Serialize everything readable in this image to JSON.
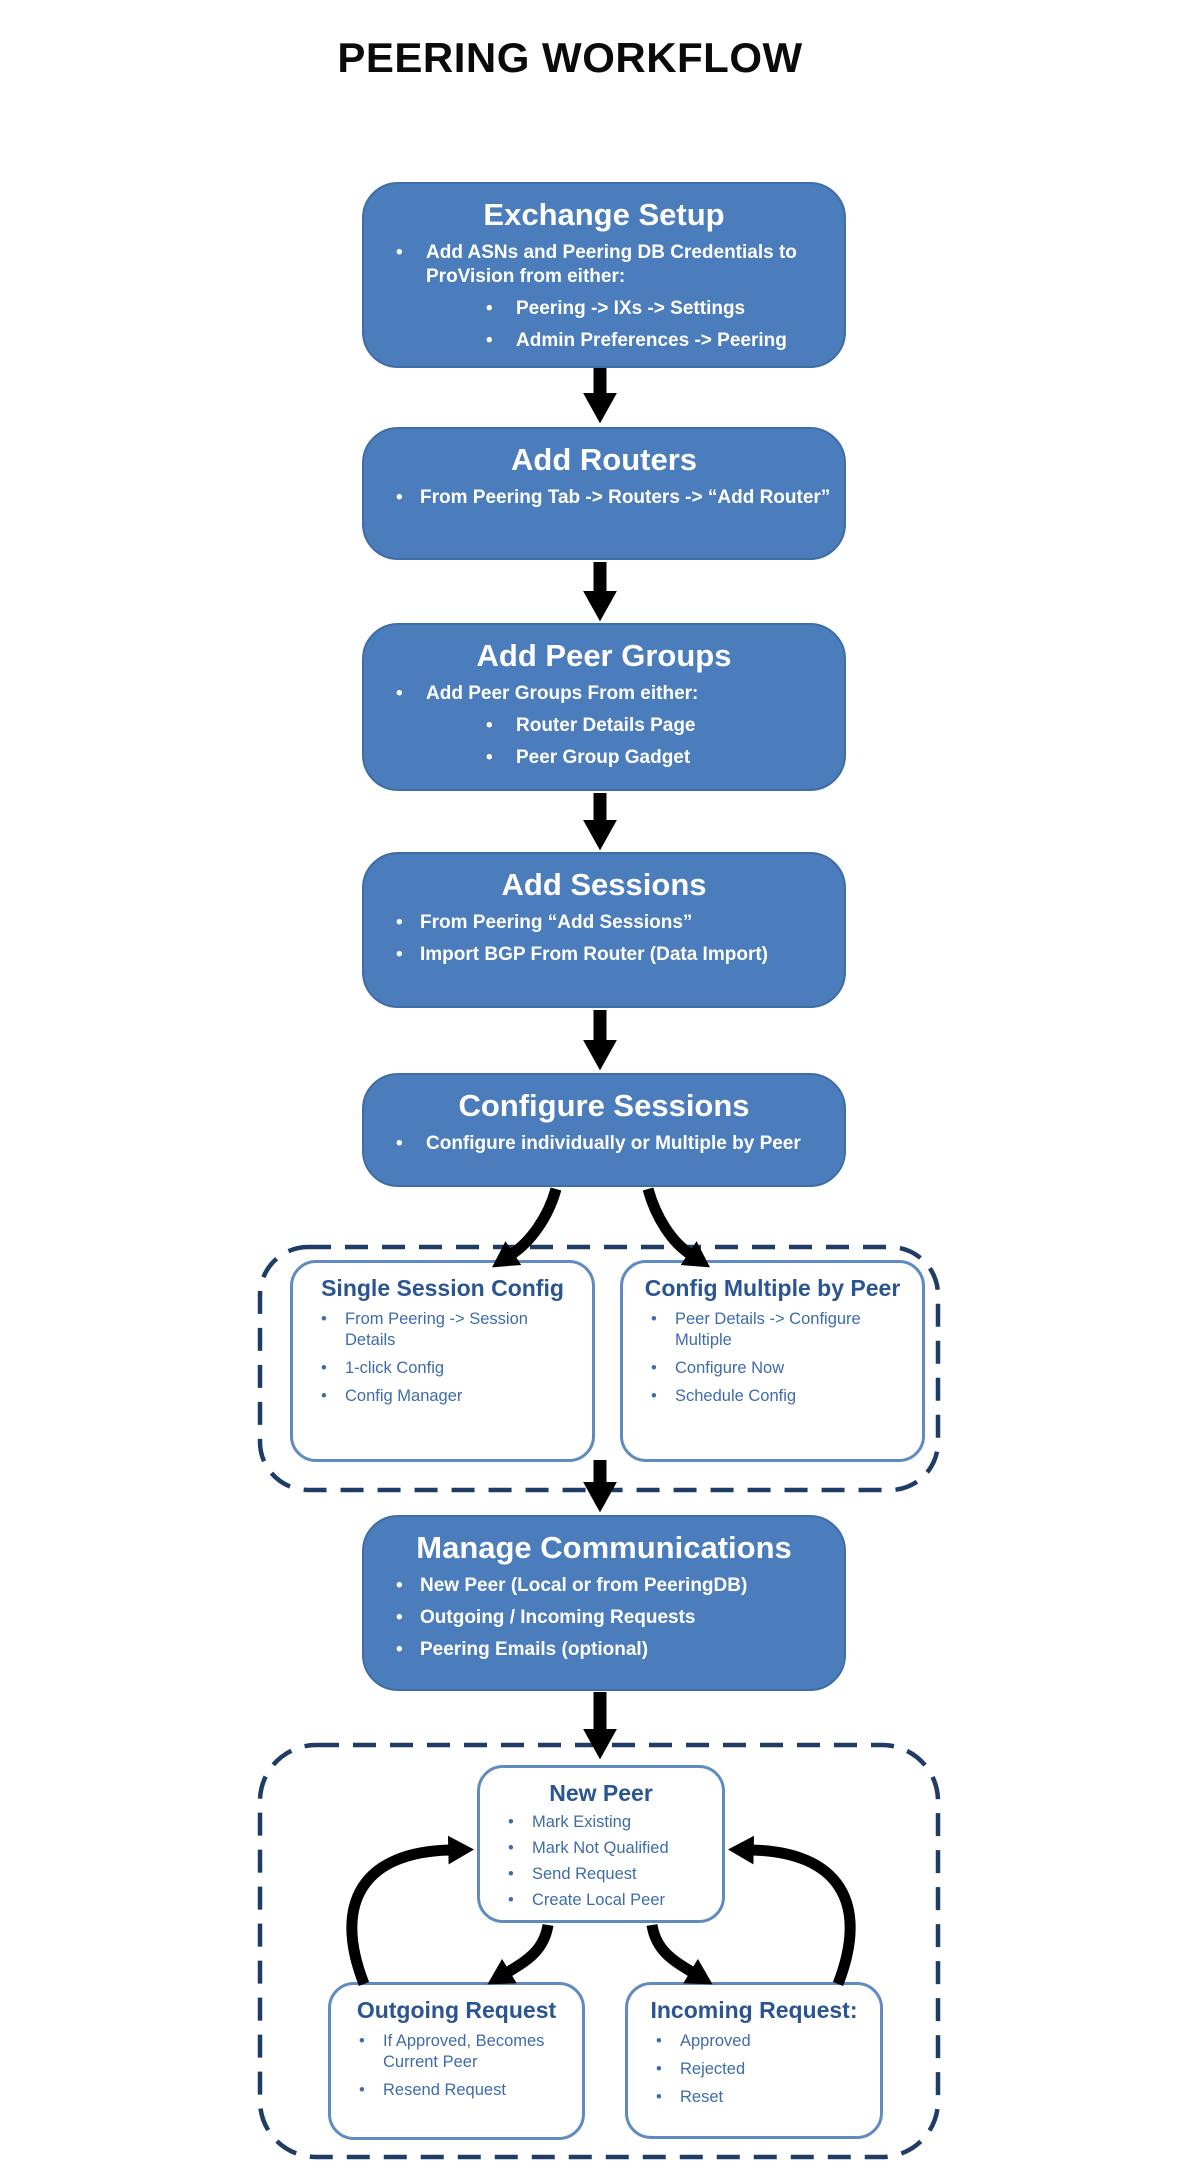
{
  "title": "PEERING WORKFLOW",
  "colors": {
    "box_fill": "#4b7cbb",
    "box_border": "#3f6da6",
    "box_text": "#ffffff",
    "dashed_border": "#1f3c66",
    "subbox_border": "#5f8bc0",
    "subbox_title": "#2a5590",
    "subbox_text": "#3e6cab",
    "arrow": "#000000",
    "title_text": "#0b0b0b"
  },
  "boxes": {
    "exchange_setup": {
      "title": "Exchange Setup",
      "bullet1": "Add ASNs and Peering DB Credentials to ProVision from either:",
      "sub1": "Peering -> IXs -> Settings",
      "sub2": "Admin Preferences -> Peering"
    },
    "add_routers": {
      "title": "Add Routers",
      "bullet1": "From Peering Tab -> Routers -> “Add Router”"
    },
    "add_peer_groups": {
      "title": "Add Peer Groups",
      "bullet1": "Add Peer Groups From either:",
      "sub1": "Router Details Page",
      "sub2": "Peer Group Gadget"
    },
    "add_sessions": {
      "title": "Add Sessions",
      "bullet1": "From  Peering “Add Sessions”",
      "bullet2": "Import BGP From Router (Data Import)"
    },
    "configure_sessions": {
      "title": "Configure Sessions",
      "bullet1": "Configure individually or Multiple by Peer"
    },
    "single_session_config": {
      "title": "Single Session Config",
      "bullet1": "From Peering -> Session Details",
      "bullet2": "1-click Config",
      "bullet3": "Config Manager"
    },
    "config_multiple_by_peer": {
      "title": "Config Multiple by Peer",
      "bullet1": "Peer Details -> Configure Multiple",
      "bullet2": "Configure Now",
      "bullet3": "Schedule Config"
    },
    "manage_communications": {
      "title": "Manage Communications",
      "bullet1": "New Peer (Local or from PeeringDB)",
      "bullet2": "Outgoing / Incoming Requests",
      "bullet3": "Peering Emails (optional)"
    },
    "new_peer": {
      "title": "New Peer",
      "bullet1": "Mark Existing",
      "bullet2": "Mark Not Qualified",
      "bullet3": "Send Request",
      "bullet4": "Create Local Peer"
    },
    "outgoing_request": {
      "title": "Outgoing Request",
      "bullet1": "If Approved, Becomes Current Peer",
      "bullet2": "Resend Request"
    },
    "incoming_request": {
      "title": "Incoming Request:",
      "bullet1": "Approved",
      "bullet2": "Rejected",
      "bullet3": "Reset"
    }
  },
  "connections": [
    {
      "from": "Exchange Setup",
      "to": "Add Routers"
    },
    {
      "from": "Add Routers",
      "to": "Add Peer Groups"
    },
    {
      "from": "Add Peer Groups",
      "to": "Add Sessions"
    },
    {
      "from": "Add Sessions",
      "to": "Configure Sessions"
    },
    {
      "from": "Configure Sessions",
      "to": "Single Session Config"
    },
    {
      "from": "Configure Sessions",
      "to": "Config Multiple by Peer"
    },
    {
      "from": "Session Config Group",
      "to": "Manage Communications"
    },
    {
      "from": "Manage Communications",
      "to": "New Peer"
    },
    {
      "from": "New Peer",
      "to": "Outgoing Request"
    },
    {
      "from": "New Peer",
      "to": "Incoming Request"
    },
    {
      "from": "Outgoing Request",
      "to": "New Peer"
    },
    {
      "from": "Incoming Request",
      "to": "New Peer"
    }
  ]
}
